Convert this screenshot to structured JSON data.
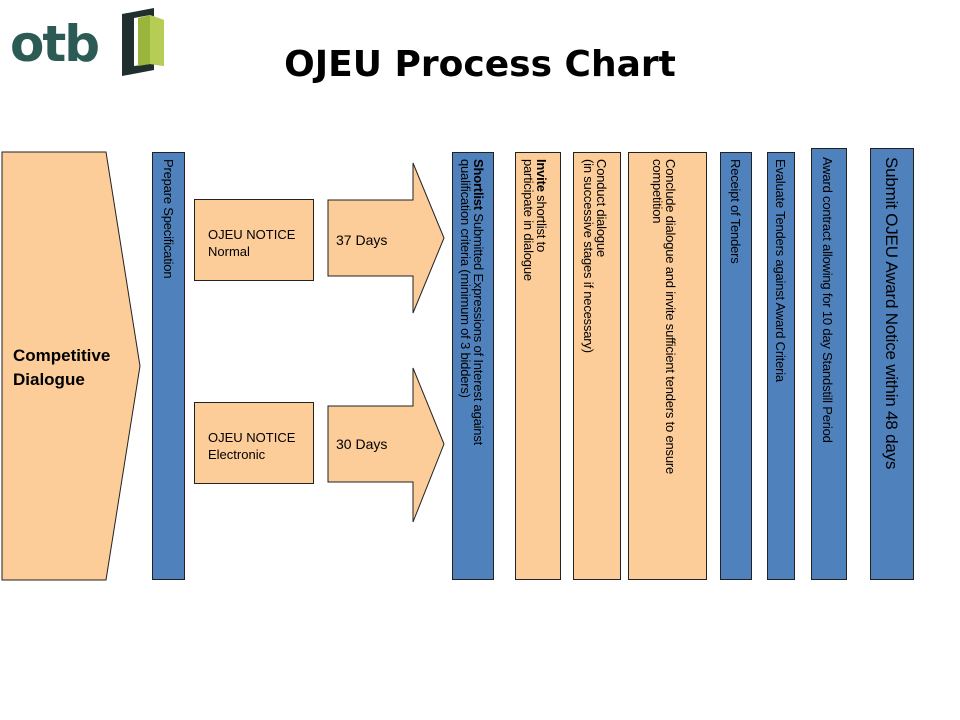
{
  "logo": {
    "text": "otb",
    "mark_colors": {
      "panel": "#1f2f2d",
      "leaf": "#9ab53c"
    }
  },
  "title": "OJEU Process Chart",
  "competitive_dialogue": {
    "line1": "Competitive",
    "line2": "Dialogue"
  },
  "prepare_specification": "Prepare Specification",
  "notices": [
    {
      "line1": "OJEU NOTICE",
      "line2": "Normal",
      "days": "37 Days"
    },
    {
      "line1": "OJEU NOTICE",
      "line2": "Electronic",
      "days": "30 Days"
    }
  ],
  "steps": {
    "shortlist": {
      "bold": "Shortlist",
      "rest": " Submitted Expressions of Interest against\nqualification criteria (minimum of 3 bidders)"
    },
    "invite": {
      "bold": "Invite",
      "rest": " shortlist to\nparticipate in dialogue"
    },
    "conduct": "Conduct dialogue\n(in successive stages if necessary)",
    "conclude": "Conclude dialogue and invite sufficient tenders to ensure\ncompetition",
    "receipt": "Receipt of Tenders",
    "evaluate": "Evaluate Tenders against   Award Criteria",
    "award": "Award contract allowing for 10 day Standstill Period",
    "submit": "Submit OJEU Award Notice within 48 days"
  },
  "colors": {
    "peach": "#fccc99",
    "blue": "#4f81bd",
    "logo_text": "#2c5b55"
  }
}
